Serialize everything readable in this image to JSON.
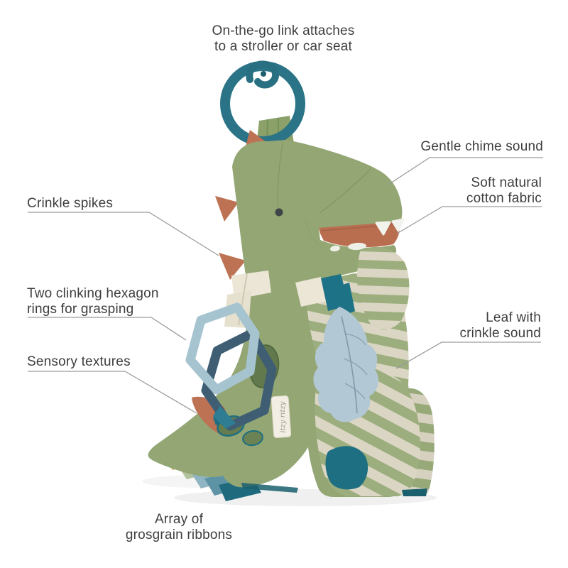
{
  "page": {
    "background_color": "#ffffff"
  },
  "product": {
    "description": "Plush green dinosaur baby activity toy hanging from a teal attachment link",
    "brand_tag": "itzy ritzy",
    "colors": {
      "ring_teal": "#2b7386",
      "body_green": "#93a674",
      "spike_orange": "#bd7253",
      "mouth_rust": "#b96e50",
      "stripe_cream": "#dbd6c4",
      "stripe_green": "#9cae7e",
      "hexagon_light_blue": "#a6c4d0",
      "hexagon_dark_blue": "#3f5e73",
      "leaf_blue": "#b2c8d5",
      "foot_teal": "#1e6f81",
      "strap_cream": "#ece6d6",
      "texture_patch_green": "#647c4e",
      "ribbon_colors": [
        "#d4ad58",
        "#b3c29e",
        "#8fb4c2",
        "#5e93a6",
        "#1f6b7d"
      ]
    }
  },
  "annotations": {
    "text_color": "#3e3e3e",
    "line_color": "#9c9c9c",
    "on_the_go": {
      "line1": "On-the-go link attaches",
      "line2": "to a stroller or car seat"
    },
    "gentle_chime": {
      "line1": "Gentle chime sound"
    },
    "soft_natural": {
      "line1": "Soft natural",
      "line2": "cotton fabric"
    },
    "crinkle_spikes": {
      "line1": "Crinkle spikes"
    },
    "hexagon_rings": {
      "line1": "Two clinking hexagon",
      "line2": "rings for grasping"
    },
    "sensory_textures": {
      "line1": "Sensory textures"
    },
    "leaf": {
      "line1": "Leaf with",
      "line2": "crinkle sound"
    },
    "grosgrain_ribbons": {
      "line1": "Array of",
      "line2": "grosgrain ribbons"
    }
  }
}
